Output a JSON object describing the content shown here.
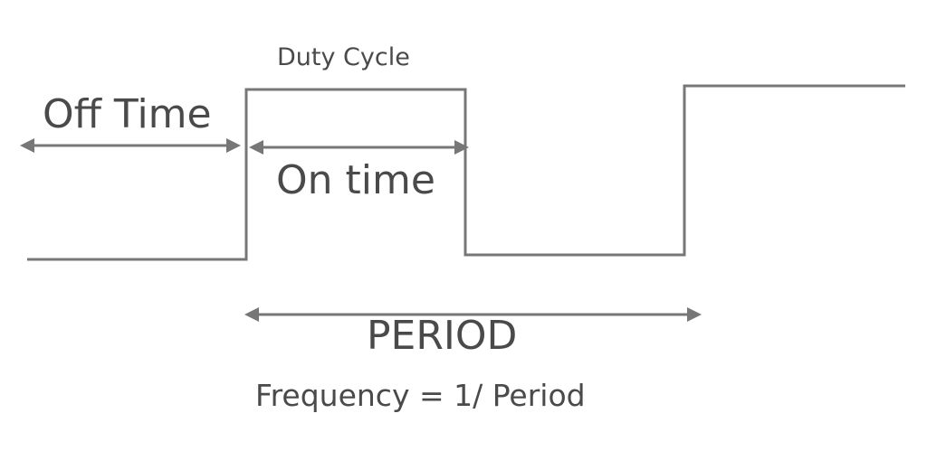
{
  "labels": {
    "duty_cycle": "Duty Cycle",
    "off_time": "Off Time",
    "on_time": "On time",
    "period": "PERIOD",
    "frequency": "Frequency = 1/ Period"
  },
  "colors": {
    "stroke": "#777777",
    "text": "#4a4a4a",
    "background": "#ffffff"
  }
}
